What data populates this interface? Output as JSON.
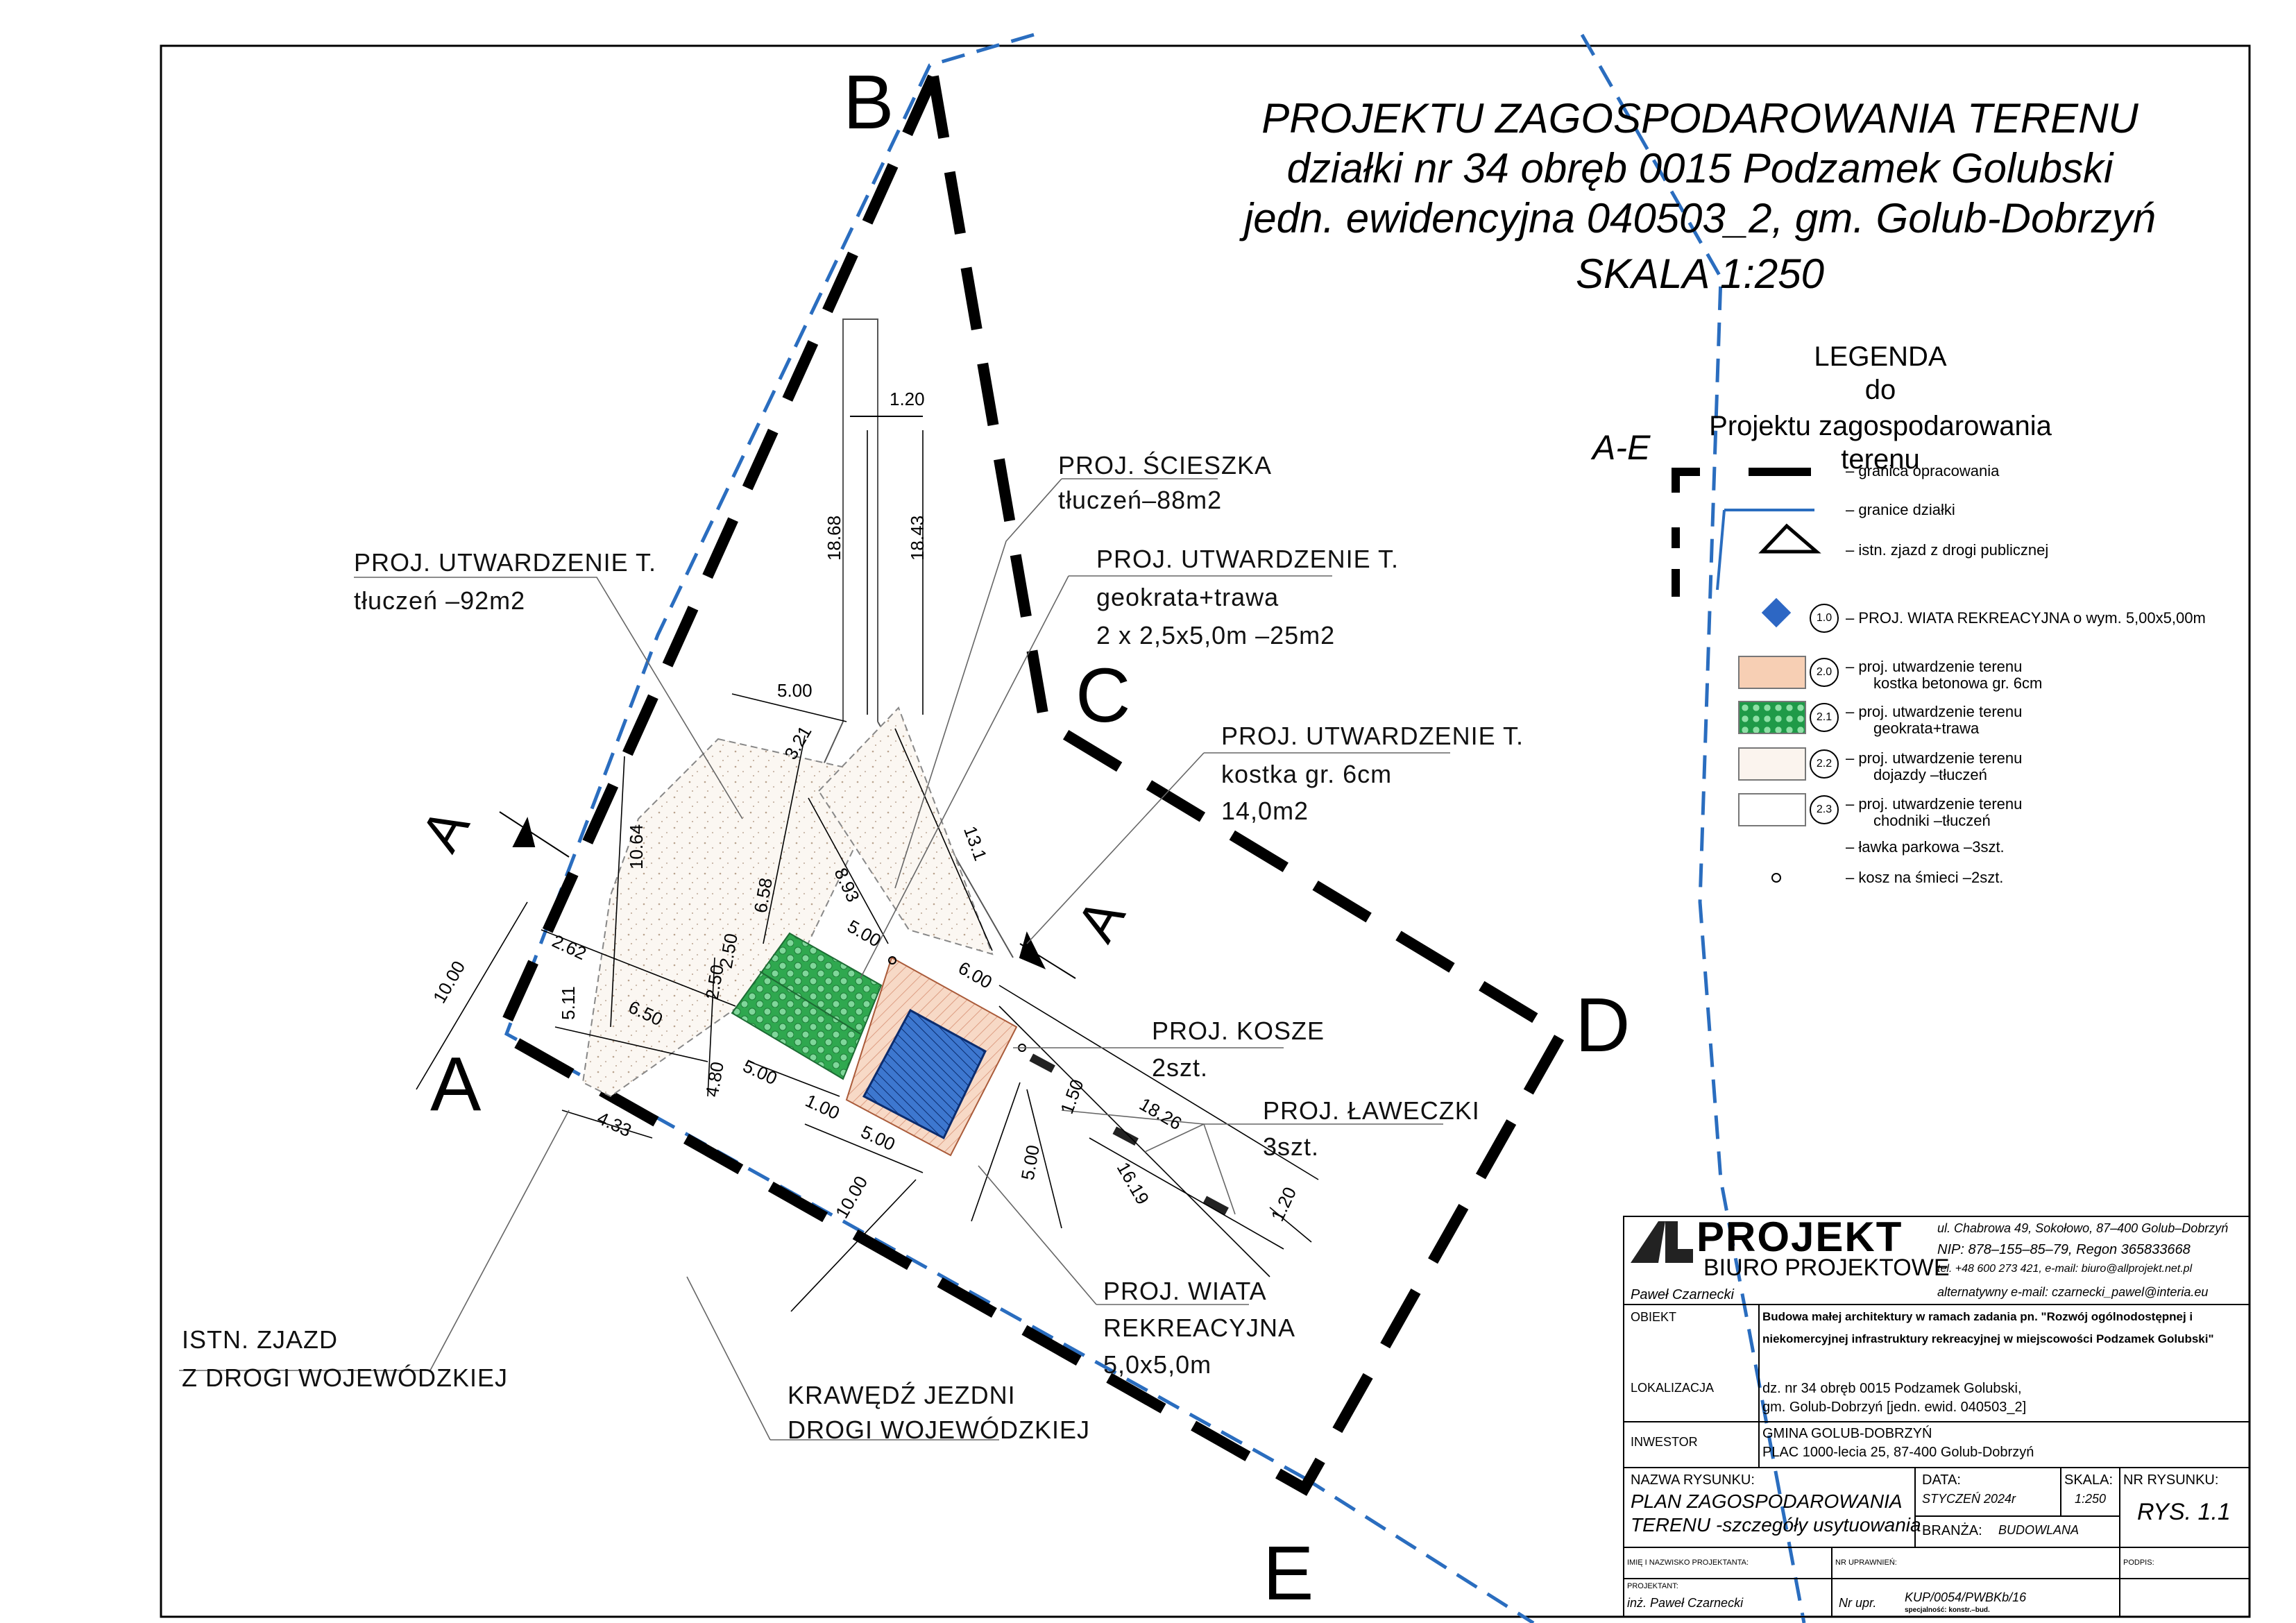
{
  "title": {
    "line1": "PROJEKTU ZAGOSPODAROWANIA TERENU",
    "line2": "działki nr 34 obręb 0015 Podzamek Golubski",
    "line3": "jedn. ewidencyjna 040503_2,   gm. Golub-Dobrzyń",
    "line4": "SKALA   1:250"
  },
  "legend": {
    "heading1": "LEGENDA",
    "heading2": "do",
    "heading3": "Projektu zagospodarowania terenu",
    "ae_label": "A-E",
    "items": [
      {
        "text": "– granica opracowania"
      },
      {
        "text": "– granice działki"
      },
      {
        "text": "– istn. zjazd z drogi publicznej"
      },
      {
        "num": "1.0",
        "text": "–  PROJ.  WIATA  REKREACYJNA  o  wym.  5,00x5,00m"
      },
      {
        "num": "2.0",
        "text": "–  proj.  utwardzenie  terenu",
        "text2": "kostka betonowa gr. 6cm"
      },
      {
        "num": "2.1",
        "text": "–  proj.  utwardzenie  terenu",
        "text2": "geokrata+trawa"
      },
      {
        "num": "2.2",
        "text": "–  proj.  utwardzenie  terenu",
        "text2": "dojazdy  –tłuczeń"
      },
      {
        "num": "2.3",
        "text": "–  proj.  utwardzenie  terenu",
        "text2": "chodniki  –tłuczeń"
      },
      {
        "text": "–  ławka parkowa –3szt."
      },
      {
        "text": "–  kosz na śmieci –2szt."
      }
    ]
  },
  "points": {
    "A": "A",
    "B": "B",
    "C": "C",
    "D": "D",
    "E": "E"
  },
  "labels": {
    "sciezka1": "PROJ. ŚCIESZKA",
    "sciezka2": "tłuczeń–88m2",
    "utw1_1": "PROJ. UTWARDZENIE T.",
    "utw1_2": "tłuczeń  –92m2",
    "utw2_1": "PROJ. UTWARDZENIE T.",
    "utw2_2": "geokrata+trawa",
    "utw2_3": "2 x 2,5x5,0m  –25m2",
    "utw3_1": "PROJ. UTWARDZENIE T.",
    "utw3_2": "kostka gr. 6cm",
    "utw3_3": "14,0m2",
    "kosze1": "PROJ. KOSZE",
    "kosze2": "2szt.",
    "law1": "PROJ. ŁAWECZKI",
    "law2": "3szt.",
    "wiata1": "PROJ. WIATA",
    "wiata2": "REKREACYJNA",
    "wiata3": "5,0x5,0m",
    "zjazd1": "ISTN. ZJAZD",
    "zjazd2": "Z DROGI WOJEWÓDZKIEJ",
    "jezdnia1": "KRAWĘDŹ JEZDNI",
    "jezdnia2": "DROGI WOJEWÓDZKIEJ"
  },
  "dims": {
    "d120a": "1.20",
    "d1868": "18.68",
    "d1843": "18.43",
    "d500a": "5.00",
    "d321": "3.21",
    "d1064": "10.64",
    "d658": "6.58",
    "d893": "8.93",
    "d131": "13.1",
    "d500b": "5.00",
    "d600": "6.00",
    "d262": "2.62",
    "d250a": "2.50",
    "d250b": "2.50",
    "d1000a": "10.00",
    "d511": "5.11",
    "d650": "6.50",
    "d480": "4.80",
    "d500c": "5.00",
    "d100": "1.00",
    "d500d": "5.00",
    "d433": "4.33",
    "d1000b": "10.00",
    "d150": "1.50",
    "d1826": "18.26",
    "d500e": "5.00",
    "d1619": "16.19",
    "d120b": "1.20"
  },
  "section_marks": {
    "a1": "A",
    "a2": "A"
  },
  "title_block": {
    "logo": "PROJEKT",
    "logo_sub": "BIURO PROJEKTOWE",
    "author": "Paweł Czarnecki",
    "address1": "ul. Chabrowa 49, Sokołowo,  87–400 Golub–Dobrzyń",
    "address2": "NIP: 878–155–85–79,   Regon 365833668",
    "address3": "tel. +48 600 273 421,   e-mail: biuro@allprojekt.net.pl",
    "address4": "alternatywny e-mail: czarnecki_pawel@interia.eu",
    "obiekt_label": "OBIEKT",
    "obiekt_line1": "Budowa małej architektury w ramach zadania pn. \"Rozwój ogólnodostępnej i",
    "obiekt_line2": "niekomercyjnej infrastruktury rekreacyjnej w miejscowości Podzamek Golubski\"",
    "lok_label": "LOKALIZACJA",
    "lok_line1": "dz. nr 34 obręb 0015 Podzamek Golubski,",
    "lok_line2": "gm. Golub-Dobrzyń [jedn. ewid. 040503_2]",
    "inw_label": "INWESTOR",
    "inw_line1": "GMINA GOLUB-DOBRZYŃ",
    "inw_line2": "PLAC 1000-lecia 25,   87-400 Golub-Dobrzyń",
    "nazwa_label": "NAZWA RYSUNKU:",
    "nazwa_line1": "PLAN ZAGOSPODAROWANIA",
    "nazwa_line2": "TERENU -szczegóły usytuowania",
    "data_label": "DATA:",
    "data_value": "STYCZEŃ 2024r",
    "skala_label": "SKALA:",
    "skala_value": "1:250",
    "nr_label": "NR RYSUNKU:",
    "nr_value": "RYS. 1.1",
    "branza_label": "BRANŻA:",
    "branza_value": "BUDOWLANA",
    "imie_label": "IMIĘ I NAZWISKO PROJEKTANTA:",
    "nr_upr_label": "NR UPRAWNIEŃ:",
    "podpis_label": "PODPIS:",
    "projektant_label": "PROJEKTANT:",
    "projektant_value": "inż. Paweł Czarnecki",
    "nr_upr_value": "Nr  upr.",
    "nr_upr_code": "KUP/0054/PWBKb/16",
    "nr_upr_spec": "specjalność: konstr.–bud."
  }
}
